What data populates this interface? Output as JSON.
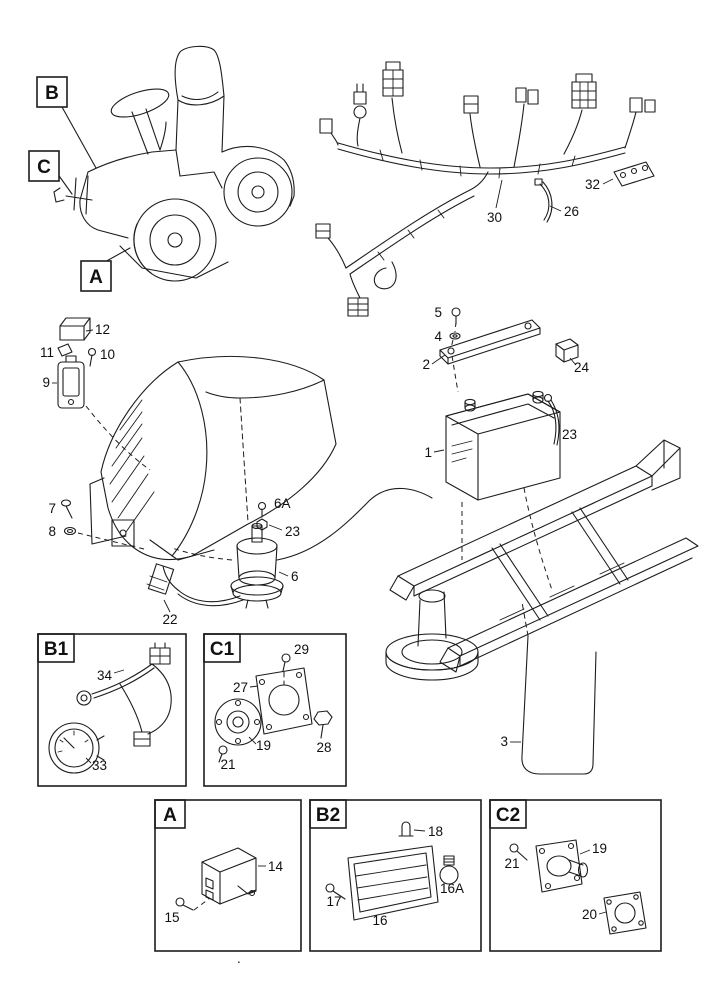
{
  "callouts": {
    "a": "A",
    "b": "B",
    "c": "C"
  },
  "labels": {
    "l30": "30",
    "l26": "26",
    "l32": "32",
    "l12": "12",
    "l11": "11",
    "l10": "10",
    "l9": "9",
    "l5": "5",
    "l4": "4",
    "l2": "2",
    "l24": "24",
    "l1": "1",
    "l23a": "23",
    "l7": "7",
    "l8": "8",
    "l6a": "6A",
    "l23b": "23",
    "l6": "6",
    "l22": "22",
    "l3": "3"
  },
  "panel_b1": {
    "title": "B1",
    "l34": "34",
    "l33": "33"
  },
  "panel_c1": {
    "title": "C1",
    "l29": "29",
    "l27": "27",
    "l19": "19",
    "l21": "21",
    "l28": "28"
  },
  "panel_a": {
    "title": "A",
    "l14": "14",
    "l15": "15"
  },
  "panel_b2": {
    "title": "B2",
    "l18": "18",
    "l16a": "16A",
    "l17": "17",
    "l16": "16"
  },
  "panel_c2": {
    "title": "C2",
    "l21": "21",
    "l19": "19",
    "l20": "20"
  },
  "footer": {
    "mark": "."
  }
}
